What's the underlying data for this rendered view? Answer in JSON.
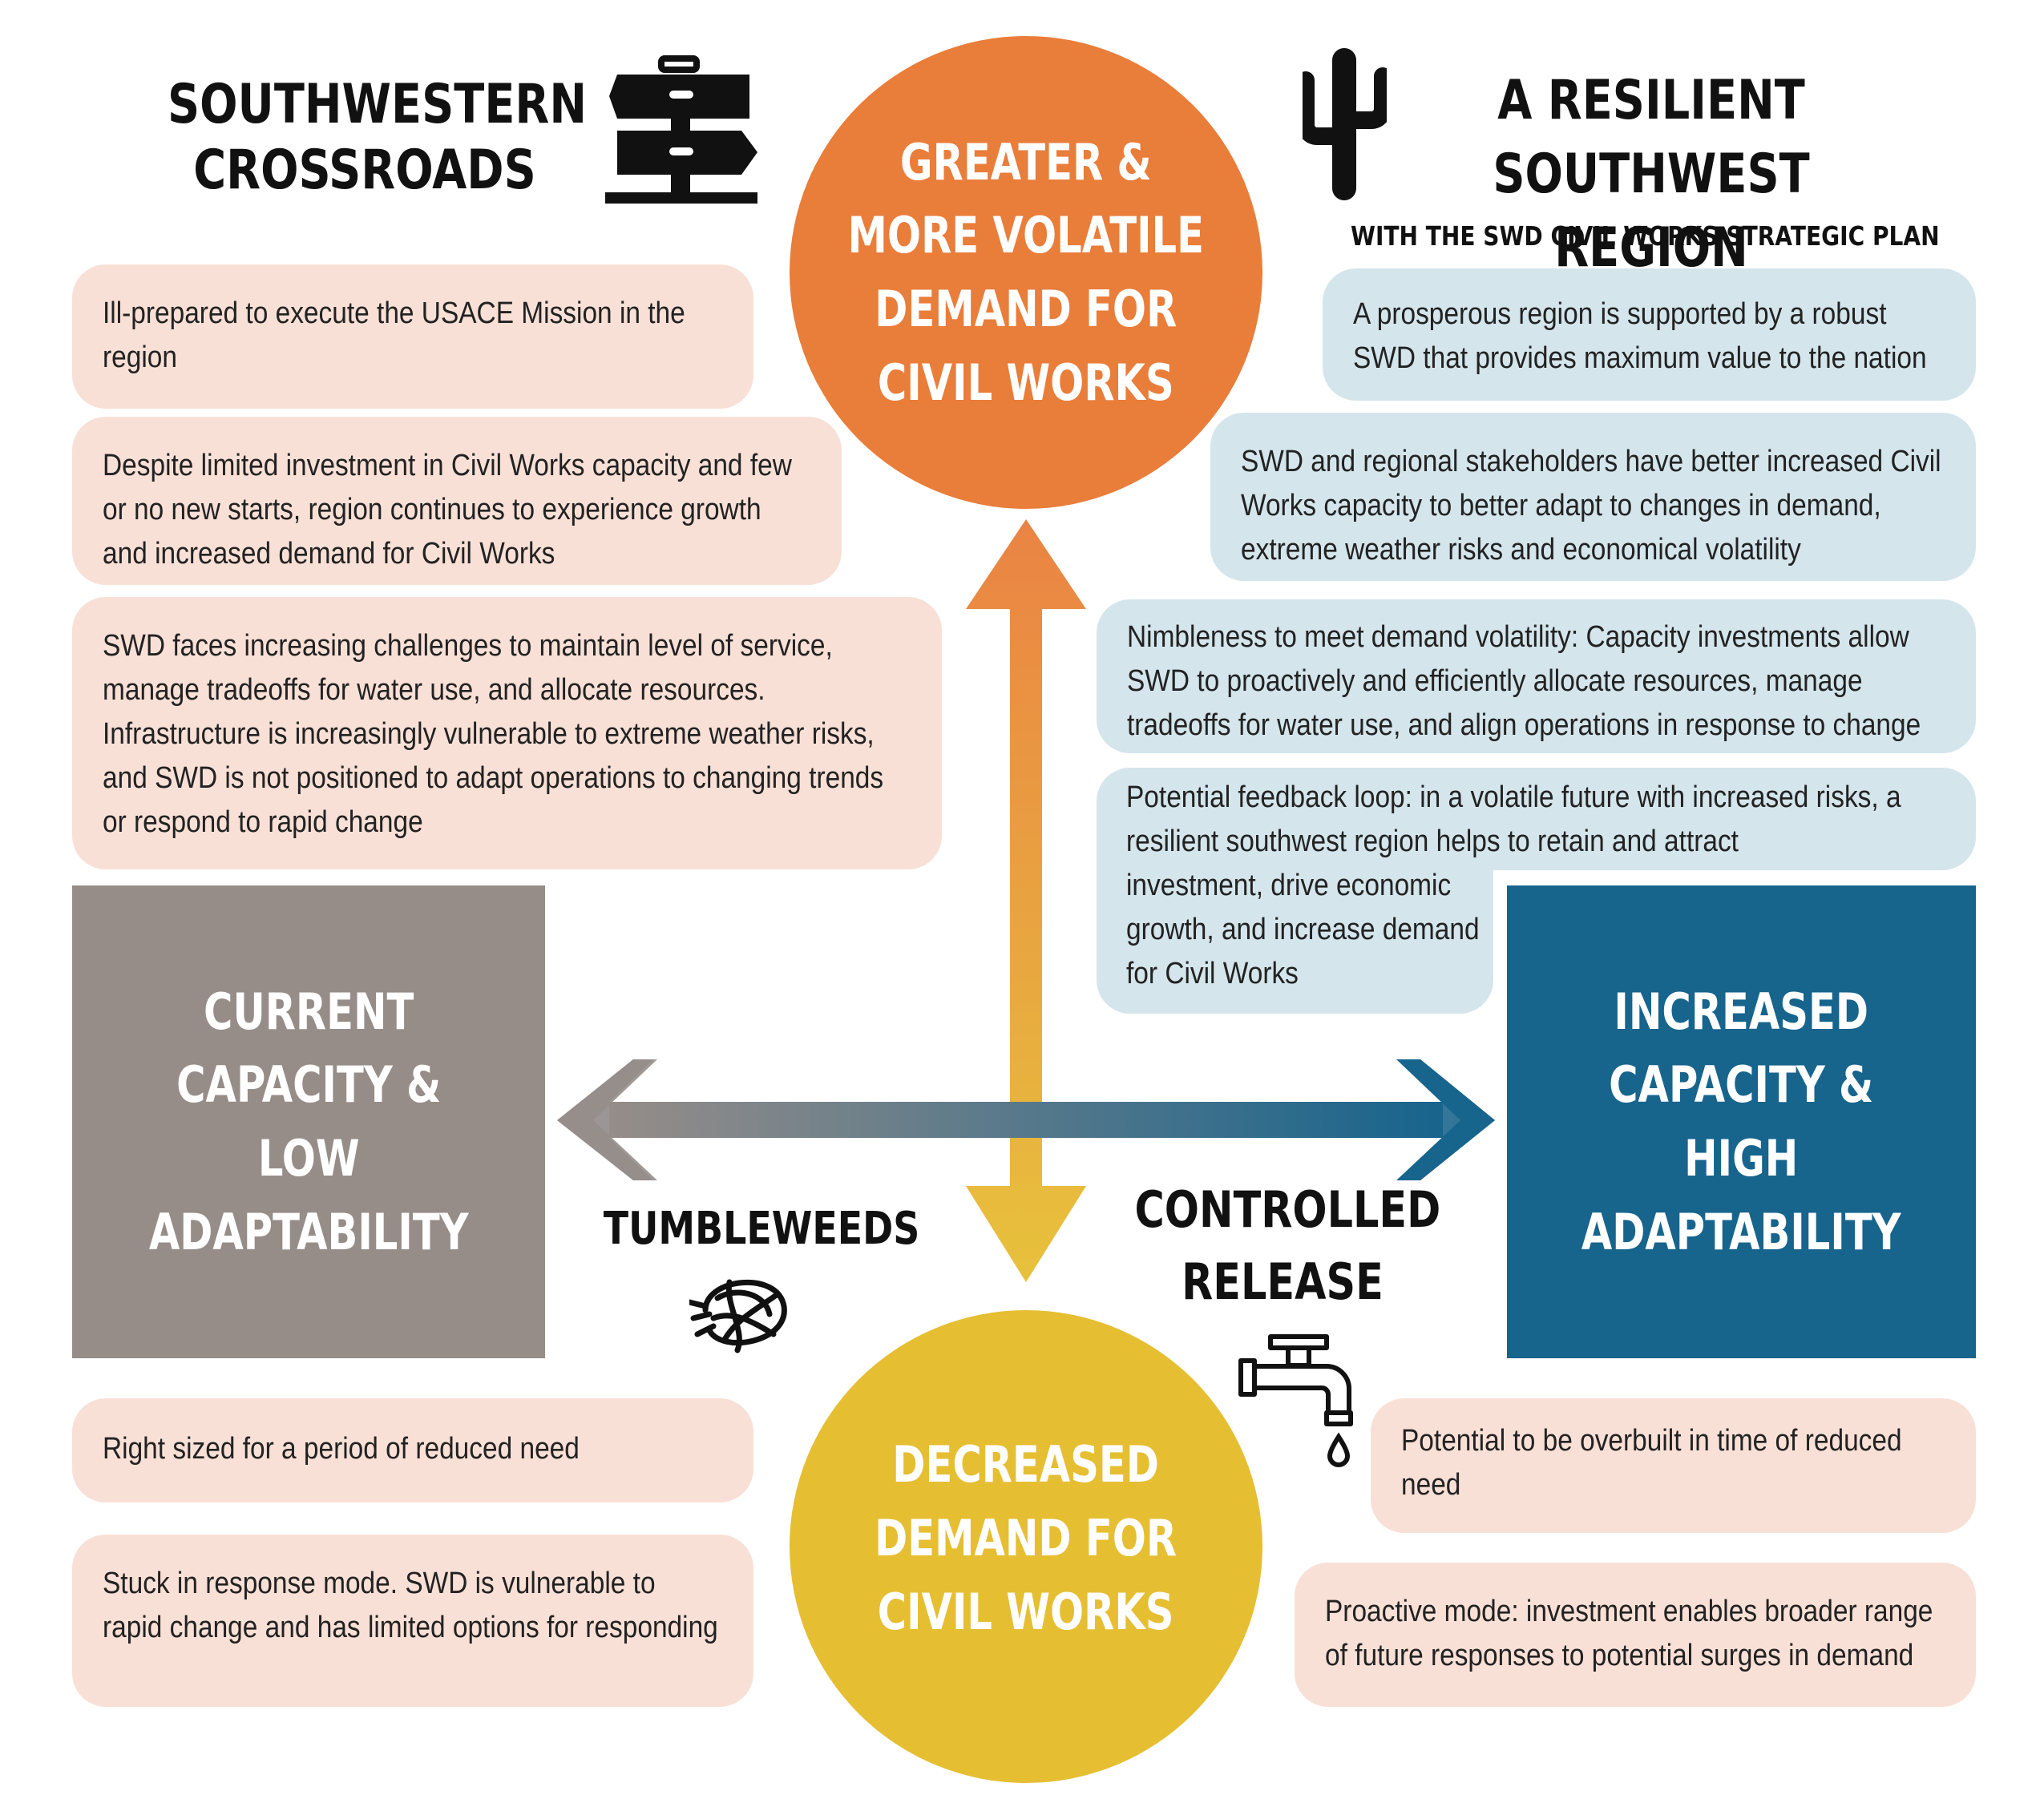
{
  "header_left": {
    "title": "SOUTHWESTERN\nCROSSROADS",
    "icon": "signpost-icon"
  },
  "header_right": {
    "title": "A RESILIENT\nSOUTHWEST REGION",
    "subtitle": "WITH THE SWD CIVIL WORKS STRATEGIC PLAN",
    "icon": "cactus-icon"
  },
  "circle_top": "GREATER &\nMORE VOLATILE\nDEMAND FOR\nCIVIL WORKS",
  "circle_bottom": "DECREASED\nDEMAND FOR\nCIVIL WORKS",
  "square_left": "CURRENT\nCAPACITY &\nLOW\nADAPTABILITY",
  "square_right": "INCREASED\nCAPACITY &\nHIGH\nADAPTABILITY",
  "quadrant_labels": {
    "tumbleweeds": "TUMBLEWEEDS",
    "controlled_release": "CONTROLLED\nRELEASE",
    "tumbleweed_icon": "tumbleweed-icon",
    "faucet_icon": "faucet-icon"
  },
  "top_left_boxes": [
    "Ill-prepared to execute the USACE Mission in the region",
    "Despite limited investment in Civil Works capacity and few or no new starts, region continues to experience growth and increased demand for Civil Works",
    "SWD faces increasing challenges to maintain level of service, manage tradeoffs for water use, and allocate resources. Infrastructure is increasingly vulnerable to extreme weather risks, and SWD is not positioned to adapt operations to changing trends or respond to rapid change"
  ],
  "top_right_boxes": [
    "A prosperous region is supported by a robust SWD that provides maximum value to the nation",
    "SWD and regional stakeholders have better increased Civil Works capacity to better adapt to changes in demand, extreme weather risks and economical volatility",
    "Nimbleness to meet demand volatility: Capacity investments allow SWD to proactively and efficiently allocate resources, manage tradeoffs for water use, and align operations in response to change",
    "Potential feedback loop: in a volatile future with increased risks, a resilient southwest region helps to retain and attract investment, drive economic growth, and increase demand for Civil Works"
  ],
  "bottom_left_boxes": [
    "Right sized for a period of reduced need",
    "Stuck in response mode. SWD is vulnerable to rapid change and has limited options for responding"
  ],
  "bottom_right_boxes": [
    "Potential to be overbuilt in time of reduced need",
    "Proactive mode: investment enables broader range of future responses to potential surges in demand"
  ],
  "colors": {
    "orange": "#e97d3a",
    "yellow": "#e6be32",
    "gray": "#968d89",
    "blue": "#17648d",
    "peach": "#f9e0d6",
    "light_blue": "#d4e5ec"
  }
}
